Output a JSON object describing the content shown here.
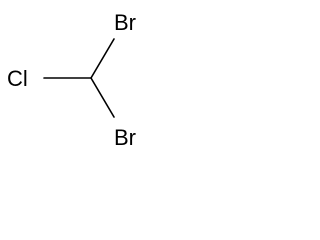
{
  "molecule": {
    "atoms": {
      "cl": "Cl",
      "br_top": "Br",
      "br_bottom": "Br"
    },
    "bonds": [
      {
        "from": "C",
        "to": "Cl",
        "order": 1
      },
      {
        "from": "C",
        "to": "Br_top",
        "order": 1
      },
      {
        "from": "C",
        "to": "Br_bottom",
        "order": 1
      }
    ],
    "colors": {
      "stroke": "#000000",
      "background": "#ffffff"
    }
  }
}
